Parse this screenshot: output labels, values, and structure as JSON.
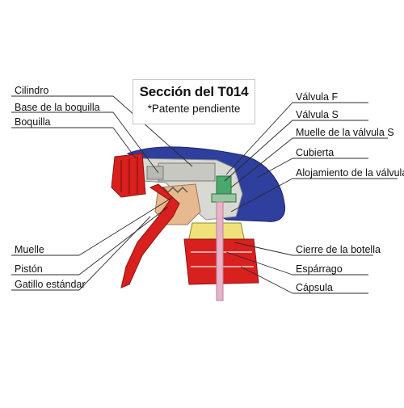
{
  "title": "Sección del T014",
  "subtitle": "*Patente pendiente",
  "labels_left": [
    "Cilindro",
    "Base de la boquilla",
    "Boquilla",
    "Muelle",
    "Pistón",
    "Gatillo estándar"
  ],
  "labels_right": [
    "Válvula F",
    "Válvula S",
    "Muelle de la válvula S",
    "Cubierta",
    "Alojamiento de la válvula",
    "Cierre de la botella",
    "Espárrago",
    "Cápsula"
  ],
  "colors": {
    "shroud": "#2e3f9e",
    "nozzle": "#d8201e",
    "trigger": "#d8201e",
    "body": "#d9d9d4",
    "piston": "#e6b98e",
    "valve": "#49a86c",
    "closure_inner": "#efe27a",
    "dip_tube": "#e8b3c9",
    "leader_line": "#2a2a2a"
  }
}
